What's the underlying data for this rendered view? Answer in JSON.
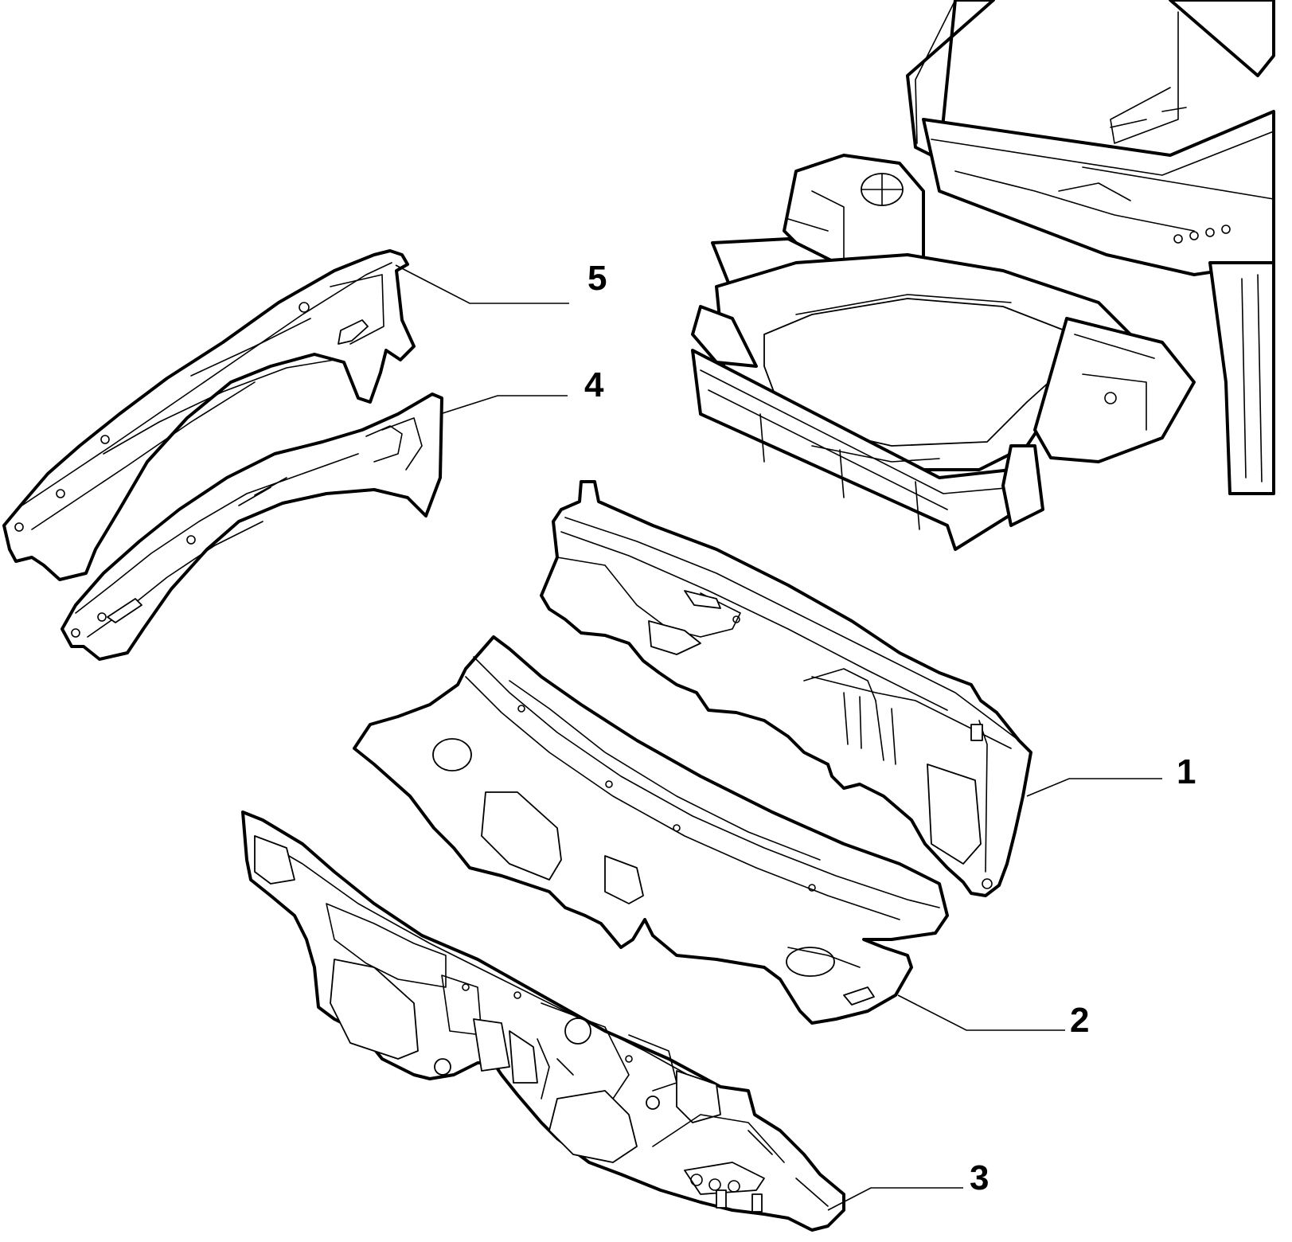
{
  "diagram": {
    "line_color": "#000000",
    "background": "#ffffff",
    "callouts": [
      {
        "id": "1",
        "text": "1"
      },
      {
        "id": "2",
        "text": "2"
      },
      {
        "id": "3",
        "text": "3"
      },
      {
        "id": "4",
        "text": "4"
      },
      {
        "id": "5",
        "text": "5"
      }
    ]
  }
}
